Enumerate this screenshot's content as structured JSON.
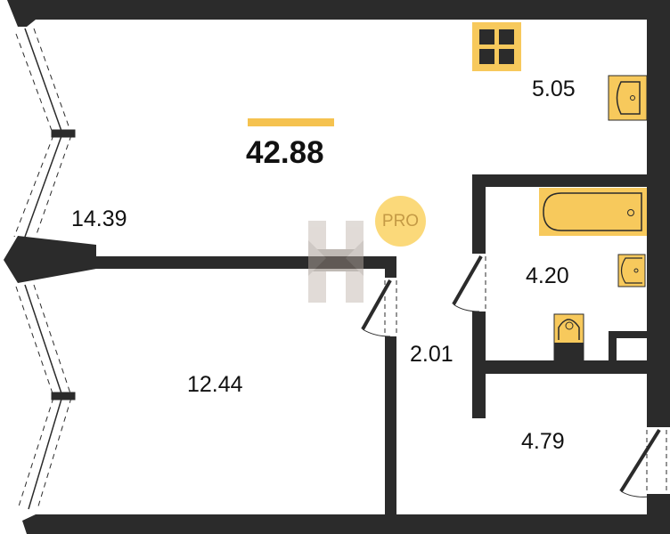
{
  "plan": {
    "total_area": "42.88",
    "badge": "PRO",
    "rooms": {
      "living": "14.39",
      "kitchen": "5.05",
      "bathroom": "4.20",
      "corridor": "2.01",
      "bedroom": "12.44",
      "hall": "4.79"
    }
  },
  "colors": {
    "wall": "#2b2b2b",
    "fixture": "#f7c95c",
    "accent": "#f5c24f"
  }
}
